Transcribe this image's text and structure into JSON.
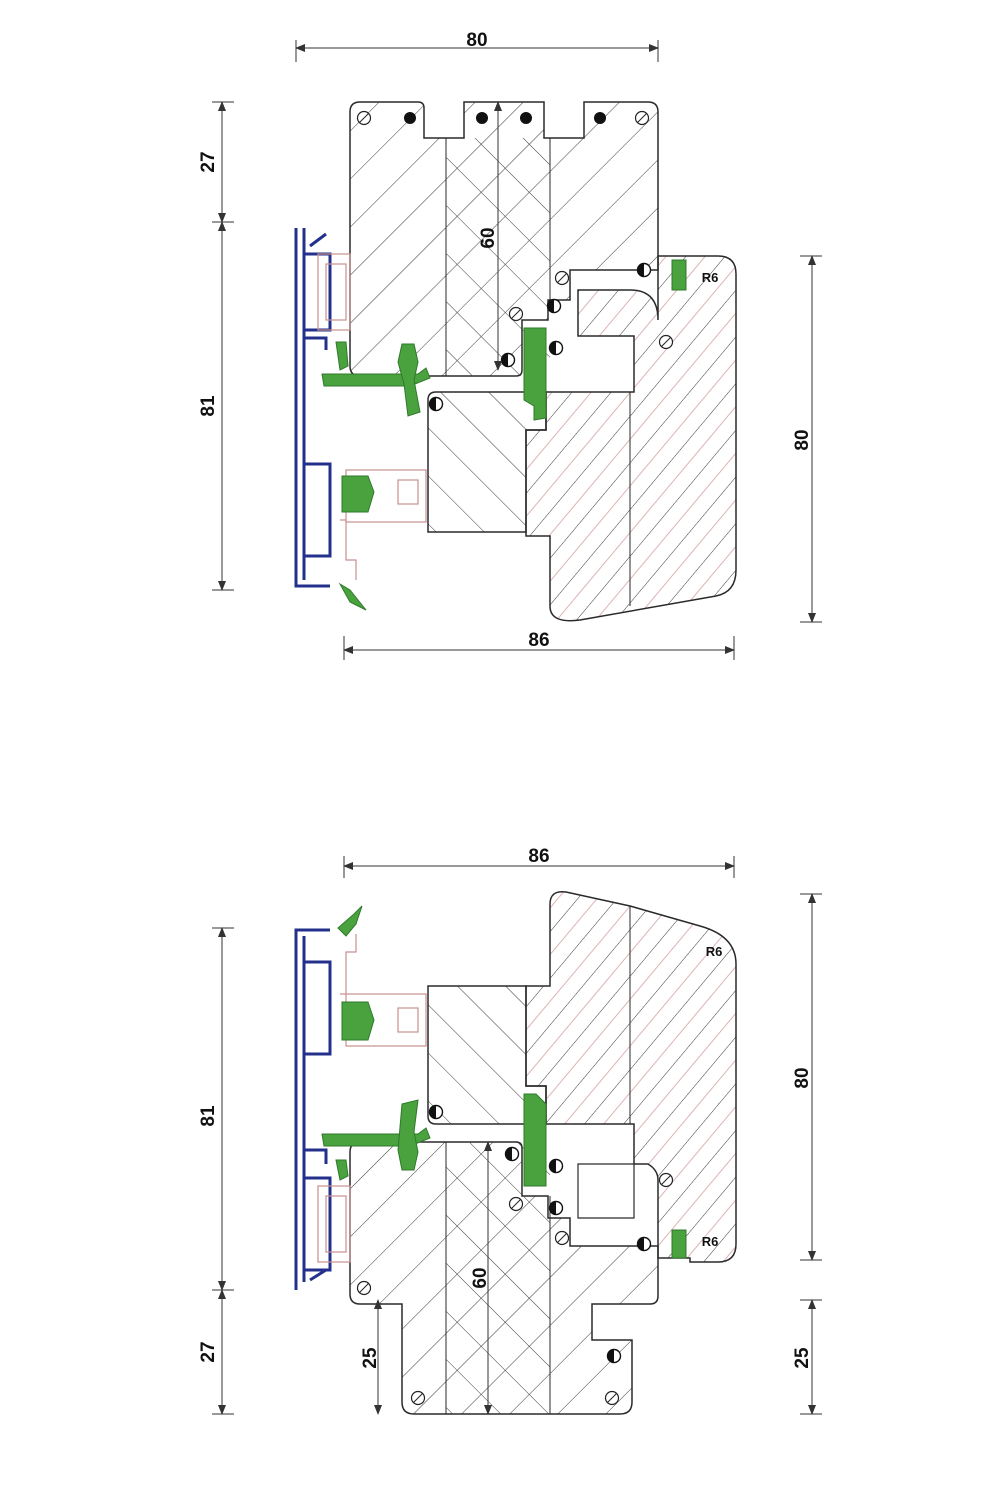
{
  "colors": {
    "outline": "#2a2a2a",
    "hatch": "#3a3a3a",
    "hatch_thin": "#a85050",
    "aluminium": "#23318c",
    "gasket": "#4aa23e",
    "gasket_dark": "#2f7a2a",
    "insert": "#c98f8f",
    "dimension": "#333333"
  },
  "icons": [
    "fixing-hole-icon",
    "half-filled-dowel-icon",
    "solid-dowel-icon"
  ],
  "top_section": {
    "dim_top_width": "80",
    "dim_left_upper": "27",
    "dim_left_lower": "81",
    "dim_inner_height": "60",
    "dim_right_height": "80",
    "dim_bottom_width": "86",
    "radius_label_1": "R6"
  },
  "bottom_section": {
    "dim_top_width": "86",
    "dim_left_upper": "81",
    "dim_left_lower": "27",
    "dim_inner_height": "60",
    "dim_right_height": "80",
    "dim_right_lower": "25",
    "dim_step_left": "25",
    "radius_label_1": "R6",
    "radius_label_2": "R6"
  }
}
